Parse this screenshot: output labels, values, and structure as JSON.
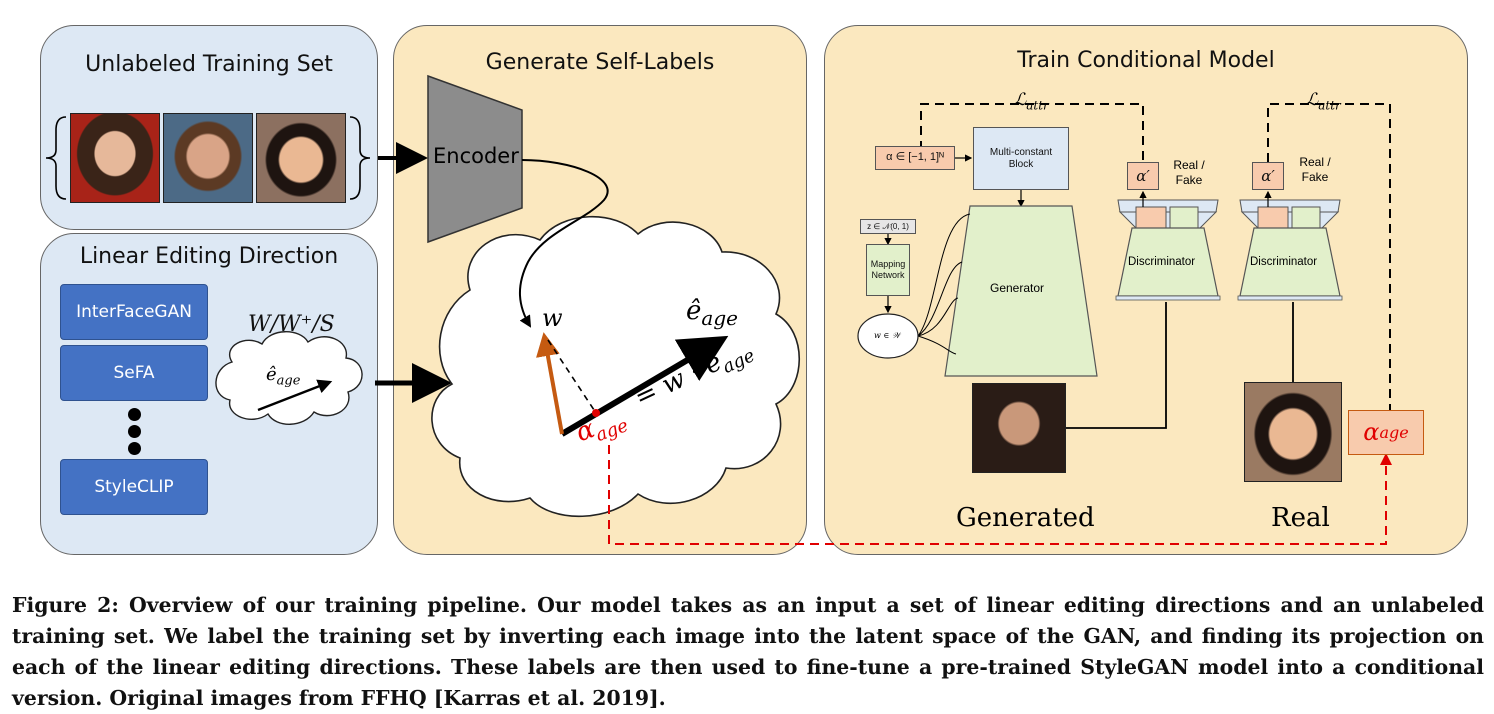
{
  "panels": {
    "unlabeled_title": "Unlabeled Training Set",
    "linear_title": "Linear Editing Direction",
    "selflabel_title": "Generate Self-Labels",
    "train_title": "Train Conditional Model"
  },
  "linear_methods": [
    "InterFaceGAN",
    "SeFA",
    "StyleCLIP"
  ],
  "space_label": "W/W⁺/S",
  "direction_label": "ê_age",
  "encoder_label": "Encoder",
  "latent": {
    "w_label": "w",
    "e_label": "ê",
    "e_sub": "age",
    "alpha_label": "α",
    "alpha_sub": "age",
    "projection_label": "= w · ê",
    "projection_sub": "age"
  },
  "train": {
    "loss_label": "ℒ",
    "loss_sub": "attr",
    "alpha_range": "α ∈ [−1, 1]ᴺ",
    "multiconstant": "Multi-constant Block",
    "z_input": "z ∈ 𝒩(0, 1)",
    "mapping": "Mapping Network",
    "w_in": "w ∈ 𝒲",
    "generator": "Generator",
    "discriminator": "Discriminator",
    "alpha_prime": "α′",
    "real_fake": "Real / Fake",
    "generated_label": "Generated",
    "real_label": "Real",
    "alpha_age": "α",
    "alpha_age_sub": "age"
  },
  "colors": {
    "blue_panel": "#dde8f4",
    "yellow_panel": "#fbe8bf",
    "method_blue": "#4472c4",
    "orange_arrow": "#c55a11",
    "red": "#e00000",
    "green_box": "#e2f0cb",
    "salmon_box": "#f8cbad"
  },
  "caption": "Figure 2: Overview of our training pipeline. Our model takes as an input a set of linear editing directions and an unlabeled training set. We label the training set by inverting each image into the latent space of the GAN, and finding its projection on each of the linear editing directions. These labels are then used to fine-tune a pre-trained StyleGAN model into a conditional version. Original images from FFHQ [Karras et al. 2019]."
}
